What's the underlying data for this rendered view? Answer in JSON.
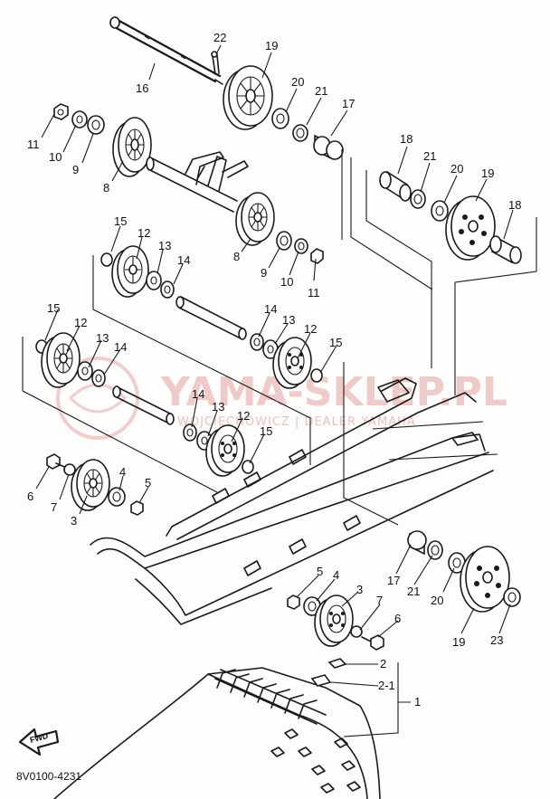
{
  "diagram": {
    "code": "8V0100-4231",
    "direction": "FWD",
    "watermark": {
      "text": "YAMA-SKLEP.PL",
      "subtext": "WOJCIECHOWICZ | DEALER YAMAHA",
      "color": "#e9b9b9"
    },
    "callouts": [
      {
        "id": "c16",
        "text": "16"
      },
      {
        "id": "c22",
        "text": "22"
      },
      {
        "id": "c19a",
        "text": "19"
      },
      {
        "id": "c20a",
        "text": "20"
      },
      {
        "id": "c21a",
        "text": "21"
      },
      {
        "id": "c17a",
        "text": "17"
      },
      {
        "id": "c11a",
        "text": "11"
      },
      {
        "id": "c10a",
        "text": "10"
      },
      {
        "id": "c9a",
        "text": "9"
      },
      {
        "id": "c8a",
        "text": "8"
      },
      {
        "id": "c18a",
        "text": "18"
      },
      {
        "id": "c21b",
        "text": "21"
      },
      {
        "id": "c20b",
        "text": "20"
      },
      {
        "id": "c19b",
        "text": "19"
      },
      {
        "id": "c18b",
        "text": "18"
      },
      {
        "id": "c15a",
        "text": "15"
      },
      {
        "id": "c12a",
        "text": "12"
      },
      {
        "id": "c13a",
        "text": "13"
      },
      {
        "id": "c14a",
        "text": "14"
      },
      {
        "id": "c8b",
        "text": "8"
      },
      {
        "id": "c9b",
        "text": "9"
      },
      {
        "id": "c10b",
        "text": "10"
      },
      {
        "id": "c11b",
        "text": "11"
      },
      {
        "id": "c15b",
        "text": "15"
      },
      {
        "id": "c12b",
        "text": "12"
      },
      {
        "id": "c13b",
        "text": "13"
      },
      {
        "id": "c14b",
        "text": "14"
      },
      {
        "id": "c14c",
        "text": "14"
      },
      {
        "id": "c13c",
        "text": "13"
      },
      {
        "id": "c12c",
        "text": "12"
      },
      {
        "id": "c15c",
        "text": "15"
      },
      {
        "id": "c14d",
        "text": "14"
      },
      {
        "id": "c13d",
        "text": "13"
      },
      {
        "id": "c12d",
        "text": "12"
      },
      {
        "id": "c15d",
        "text": "15"
      },
      {
        "id": "c6a",
        "text": "6"
      },
      {
        "id": "c7a",
        "text": "7"
      },
      {
        "id": "c3a",
        "text": "3"
      },
      {
        "id": "c4a",
        "text": "4"
      },
      {
        "id": "c5a",
        "text": "5"
      },
      {
        "id": "c17b",
        "text": "17"
      },
      {
        "id": "c21c",
        "text": "21"
      },
      {
        "id": "c20c",
        "text": "20"
      },
      {
        "id": "c19c",
        "text": "19"
      },
      {
        "id": "c23",
        "text": "23"
      },
      {
        "id": "c5b",
        "text": "5"
      },
      {
        "id": "c4b",
        "text": "4"
      },
      {
        "id": "c3b",
        "text": "3"
      },
      {
        "id": "c7b",
        "text": "7"
      },
      {
        "id": "c6b",
        "text": "6"
      },
      {
        "id": "c2",
        "text": "2"
      },
      {
        "id": "c2-1",
        "text": "2-1"
      },
      {
        "id": "c1",
        "text": "1"
      }
    ]
  }
}
